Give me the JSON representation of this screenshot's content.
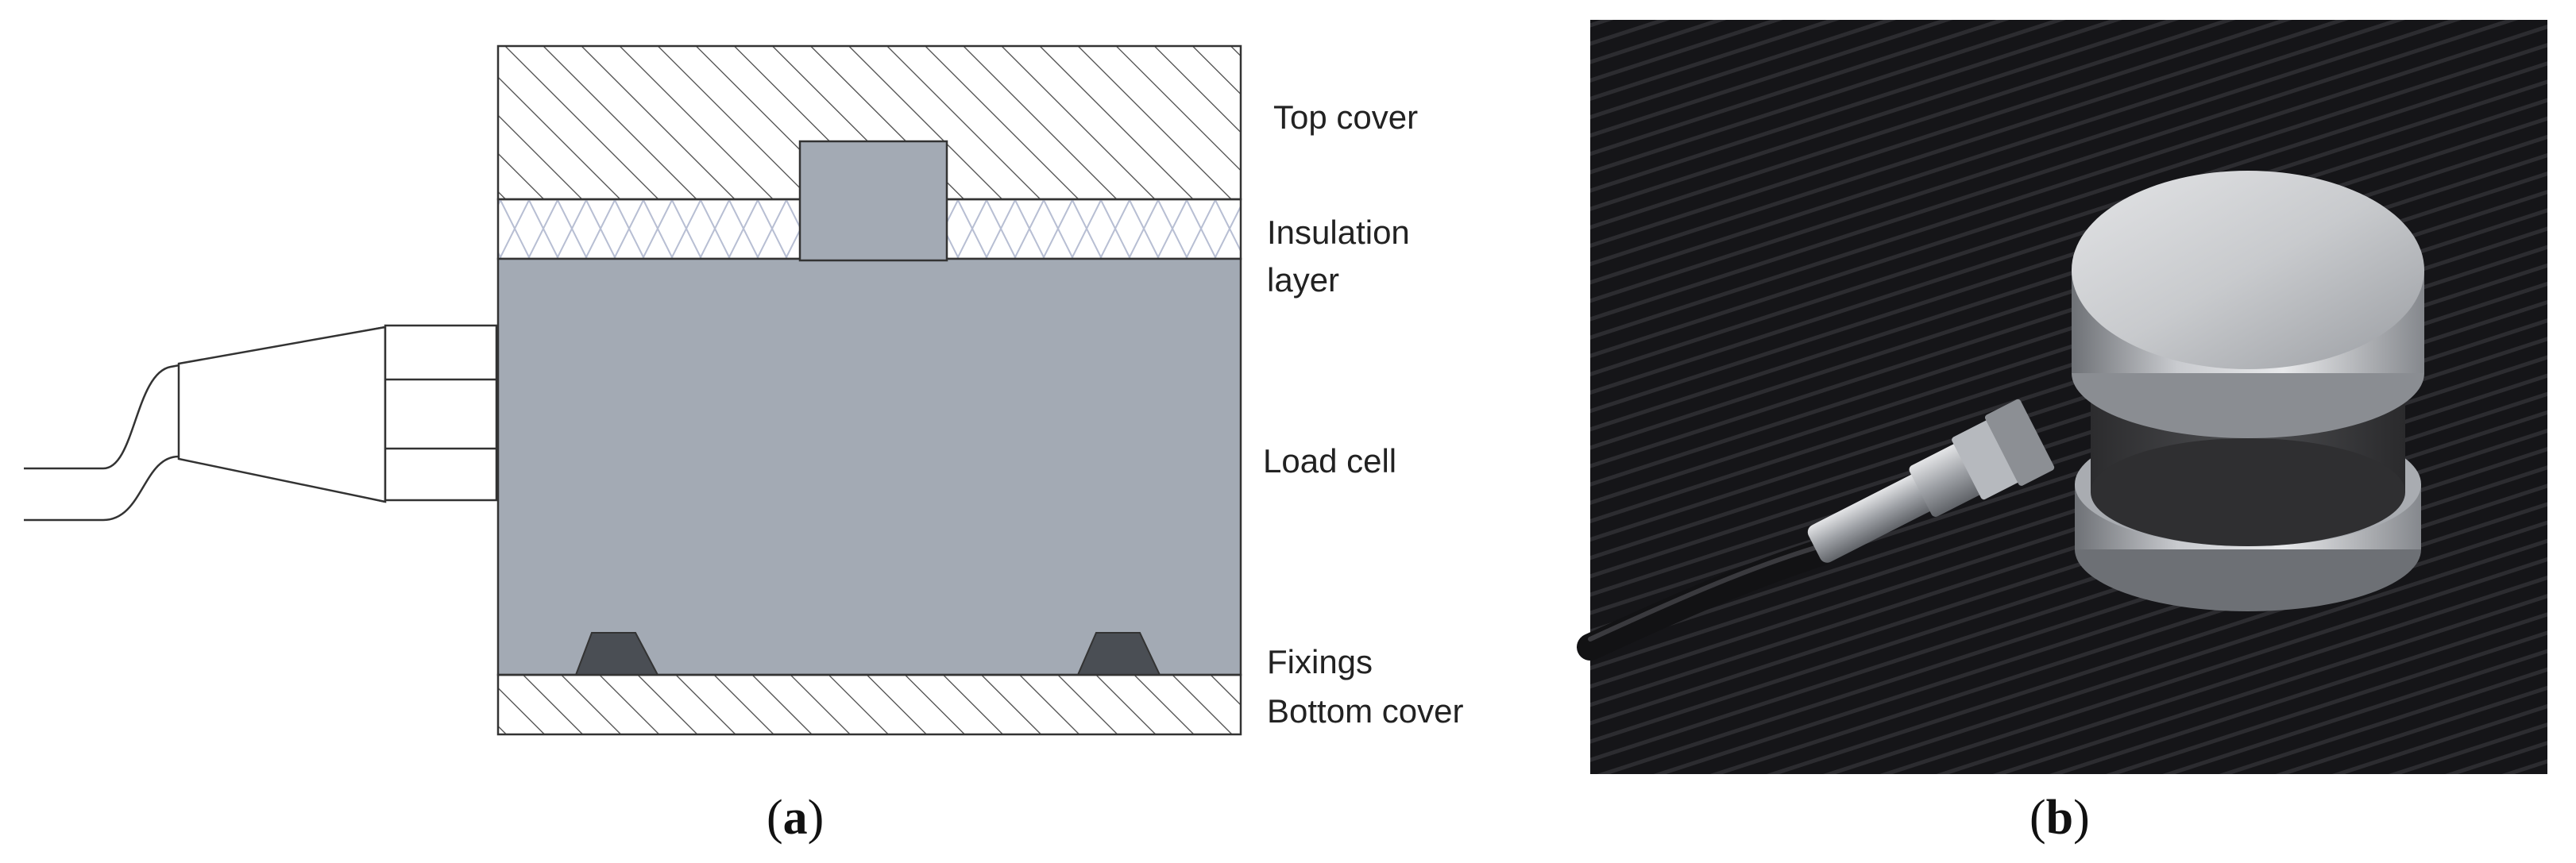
{
  "panels": {
    "a": {
      "label_open": "(",
      "label_letter": "a",
      "label_close": ")",
      "components": {
        "top_cover": "Top cover",
        "insulation_line1": "Insulation",
        "insulation_line2": "layer",
        "load_cell": "Load cell",
        "fixings": "Fixings",
        "bottom_cover": "Bottom cover"
      }
    },
    "b": {
      "label_open": "(",
      "label_letter": "b",
      "label_close": ")"
    }
  },
  "colors": {
    "load_cell_fill": "#a3aab4",
    "fixings_fill": "#4a4e54",
    "hatch_stroke": "#444444",
    "insulation_stroke": "#b7bed3",
    "photo_background": "#1c1c1e",
    "metal_light": "#d7d9dc",
    "metal_dark": "#7d8086"
  }
}
